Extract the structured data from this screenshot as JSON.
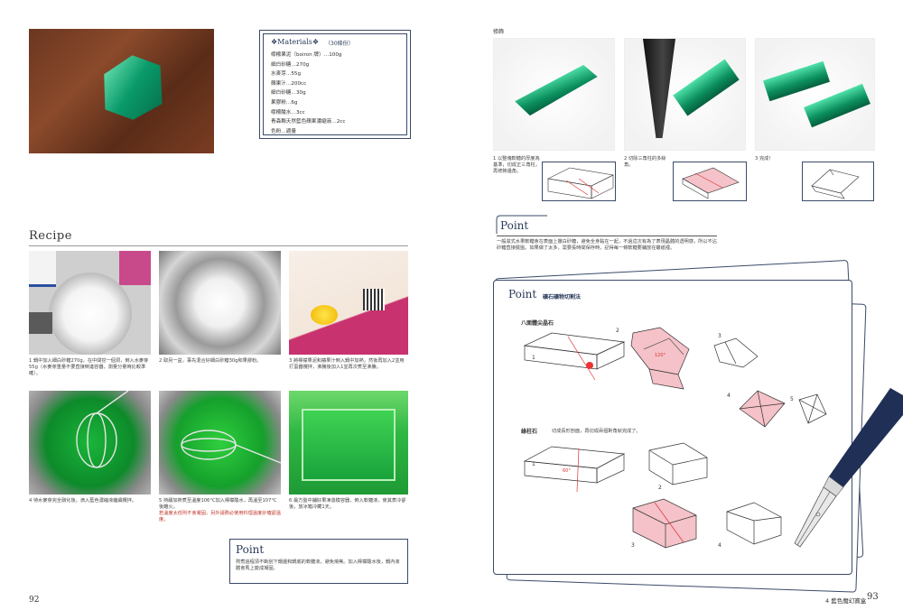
{
  "left_page": {
    "materials": {
      "title": "❖Materials❖",
      "subtitle": "（30條份）",
      "items": [
        "檸檬果泥（boiron 牌）…100g",
        "細白砂糖…270g",
        "水麥芽…55g",
        "蘋果汁…200cc",
        "細白砂糖…30g",
        "果膠粉…6g",
        "檸檬酸水…3cc",
        "青森縣天然藍色蘋果濃縮液…2cc",
        "色粉…適量"
      ]
    },
    "recipe_title": "Recipe",
    "steps": [
      {
        "text": "1 鍋中加入細白砂糖270g，在中間挖一個洞，倒入水麥芽55g（水麥芽重量不要直接倒進容器，測量分量時比較準確）。"
      },
      {
        "text": "2 取另一盆，事先混合好細白砂糖30g和果膠粉。"
      },
      {
        "text": "3 將檸檬果泥和蘋果汁倒入鍋中加熱，然後再加入2並用打蛋器攪拌，沸騰後加入1並再次煮至沸騰。"
      },
      {
        "text": "4 待水麥芽完全融化後，滴入藍色濃縮液繼續攪拌。"
      },
      {
        "text": "5 持續加熱煮至溫度106°C加入檸檬酸水，再溫至107°C後離火。",
        "red": "若溫度太低則不會凝固，另外請務必使用料理溫度計確認溫度。"
      },
      {
        "text": "6 最方盤中鋪好果凍造模容器，倒入軟糖液，使其表冷卻後，放冰箱冷藏1天。"
      }
    ],
    "point": {
      "title": "Point",
      "text": "熬煮過程須不斷刮下鍋邊和鍋底的軟糖液，避免燒焦。加入檸檬酸水後，鍋內液體會馬上變成凝固。"
    },
    "page_number": "92"
  },
  "right_page": {
    "section_label": "修飾",
    "cut_steps": [
      {
        "text": "1 以整塊軟糖的厚度為基準，切成正三角柱，再修飾邊角。"
      },
      {
        "text": "2 切除三角柱的多餘角。"
      },
      {
        "text": "3 完成！"
      }
    ],
    "point_mid": {
      "title": "Point",
      "text": "一般滋式水果軟糖會在表面上撒白砂糖，避免全身黏在一起，不過這次有為了表現晶體的透明感，所以不沾砂糖直接擺盤。如果做了太多，需要長時間保存時，記得每一條軟糖要鋪放在蠟紙裡。"
    },
    "point_card": {
      "title": "Point",
      "subtitle": "礦石礦物切割法",
      "diagram1_label": "八面體尖晶石",
      "diagram2_label": "綠柱石",
      "diagram2_note": "切成長形剖面，再切成兩個對角就完成了。",
      "angle1": "120°",
      "angle2": "60°",
      "nums": [
        "1",
        "2",
        "3",
        "4",
        "5",
        "1",
        "2",
        "3",
        "4"
      ]
    },
    "chapter_label": "4 藍色魔幻寶盒",
    "page_number": "93"
  }
}
